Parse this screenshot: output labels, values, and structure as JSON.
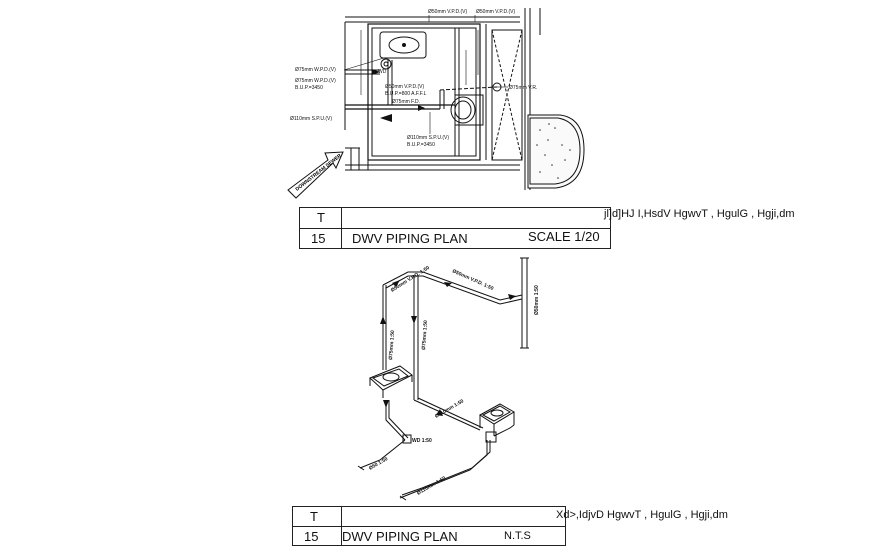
{
  "plan": {
    "labels": {
      "vpd_top_a": "Ø50mm V.P.D.(V)",
      "vpd_top_b": "Ø50mm V.P.D.(V)",
      "vpd_left_a": "Ø75mm W.P.D.(V)",
      "vpd_left_b": "Ø75mm W.P.D.(V)",
      "bulp_left": "B.U.P.=3450",
      "vpd_mid": "Ø50mm V.P.D.(V)",
      "bulp_mid": "B.U.P.=800 A.F.F.L",
      "fd": "Ø75mm F.D.",
      "spu_left": "Ø110mm S.P.U.(V)",
      "spu_bottom": "Ø110mm S.P.U.(V)",
      "bulp_bottom": "B.U.P.=3450",
      "wd": "WD",
      "vpd_right": "Ø75mm V.R.",
      "direction": "DOWNSTREAM SEWER"
    }
  },
  "title_block_1": {
    "ref": "T",
    "number": "15",
    "title": "DWV PIPING PLAN",
    "scale": "SCALE 1/20",
    "note": "jl]d]HJ I,HsdV HgwvT , HgulG , Hgji,dm"
  },
  "iso": {
    "labels": {
      "a": "Ø50mm V.P.D. 1:50",
      "b": "Ø50mm V.P.D. 1:50",
      "c": "Ø75mm 1:50",
      "d": "Ø75mm 1:50",
      "e": "Ø50mm 1:50",
      "f": "Ø110mm 1:50",
      "g": "Ø50 1:50",
      "h": "WD 1:50",
      "i": "Ø110mm 1:50"
    }
  },
  "title_block_2": {
    "ref": "T",
    "number": "15",
    "title": "DWV PIPING PLAN",
    "scale": "N.T.S",
    "note": "Xd>,IdjvD HgwvT , HgulG , Hgji,dm"
  }
}
